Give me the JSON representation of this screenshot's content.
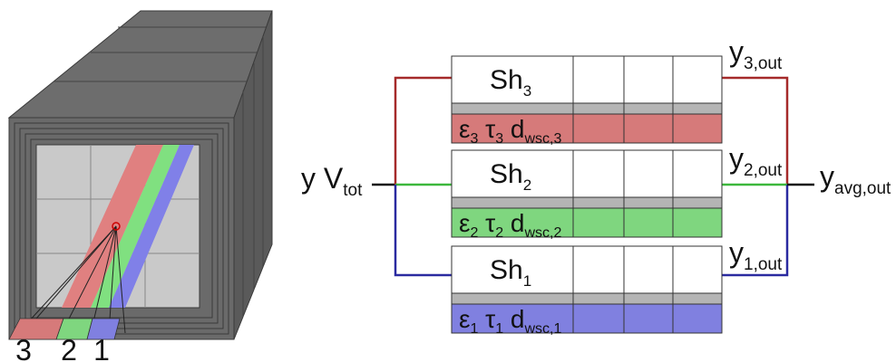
{
  "left_figure": {
    "channel_numbers": [
      "3",
      "2",
      "1"
    ]
  },
  "inlet": {
    "text": "y V",
    "subscript": "tot"
  },
  "outlet": {
    "text": "y",
    "subscript": "avg,out"
  },
  "channels": [
    {
      "id": 3,
      "sh_label": "Sh",
      "sh_sub": "3",
      "props_label": "ε3 τ3 dwsc,3",
      "out_label": "y",
      "out_sub": "3,out",
      "color": "#d67a7a",
      "line_color": "#a52a2a"
    },
    {
      "id": 2,
      "sh_label": "Sh",
      "sh_sub": "2",
      "props_label": "ε2 τ2 dwsc,2",
      "out_label": "y",
      "out_sub": "2,out",
      "color": "#7fd67f",
      "line_color": "#3cb83c"
    },
    {
      "id": 1,
      "sh_label": "Sh",
      "sh_sub": "1",
      "props_label": "ε1 τ1 dwsc,1",
      "out_label": "y",
      "out_sub": "1,out",
      "color": "#8080e0",
      "line_color": "#2a2aa0"
    }
  ],
  "colors": {
    "box_gray": "#6e6e6e",
    "box_dark": "#4a4a4a",
    "face_gray": "#c8c8c8",
    "red_band": "#e08080",
    "green_band": "#80e080",
    "blue_band": "#8080e8"
  }
}
